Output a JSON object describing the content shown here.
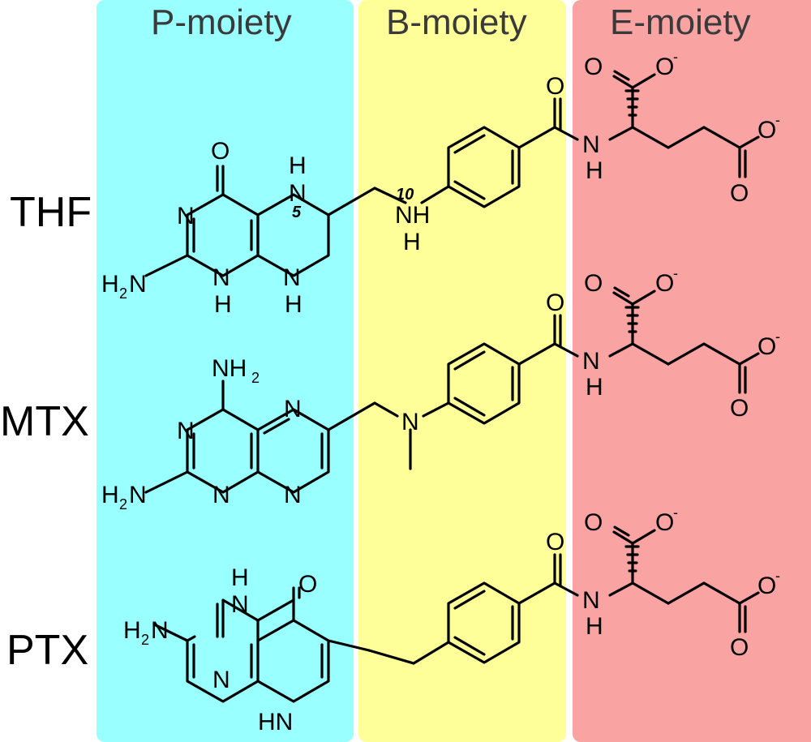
{
  "moieties": {
    "p": "P-moiety",
    "b": "B-moiety",
    "e": "E-moiety"
  },
  "molecules": {
    "thf": "THF",
    "mtx": "MTX",
    "ptx": "PTX"
  },
  "atoms": {
    "O": "O",
    "N": "N",
    "H": "H",
    "NH": "NH",
    "HN": "HN",
    "NH2": "NH",
    "NH2_sub": "2",
    "H2N": "H",
    "H2N_sub": "2",
    "H2N_N": "N",
    "O_minus": "O",
    "minus": "-",
    "locant5": "5",
    "locant10": "10"
  },
  "colors": {
    "p_panel": "#99ffff",
    "b_panel": "#ffff99",
    "e_panel": "#f9a3a3"
  }
}
